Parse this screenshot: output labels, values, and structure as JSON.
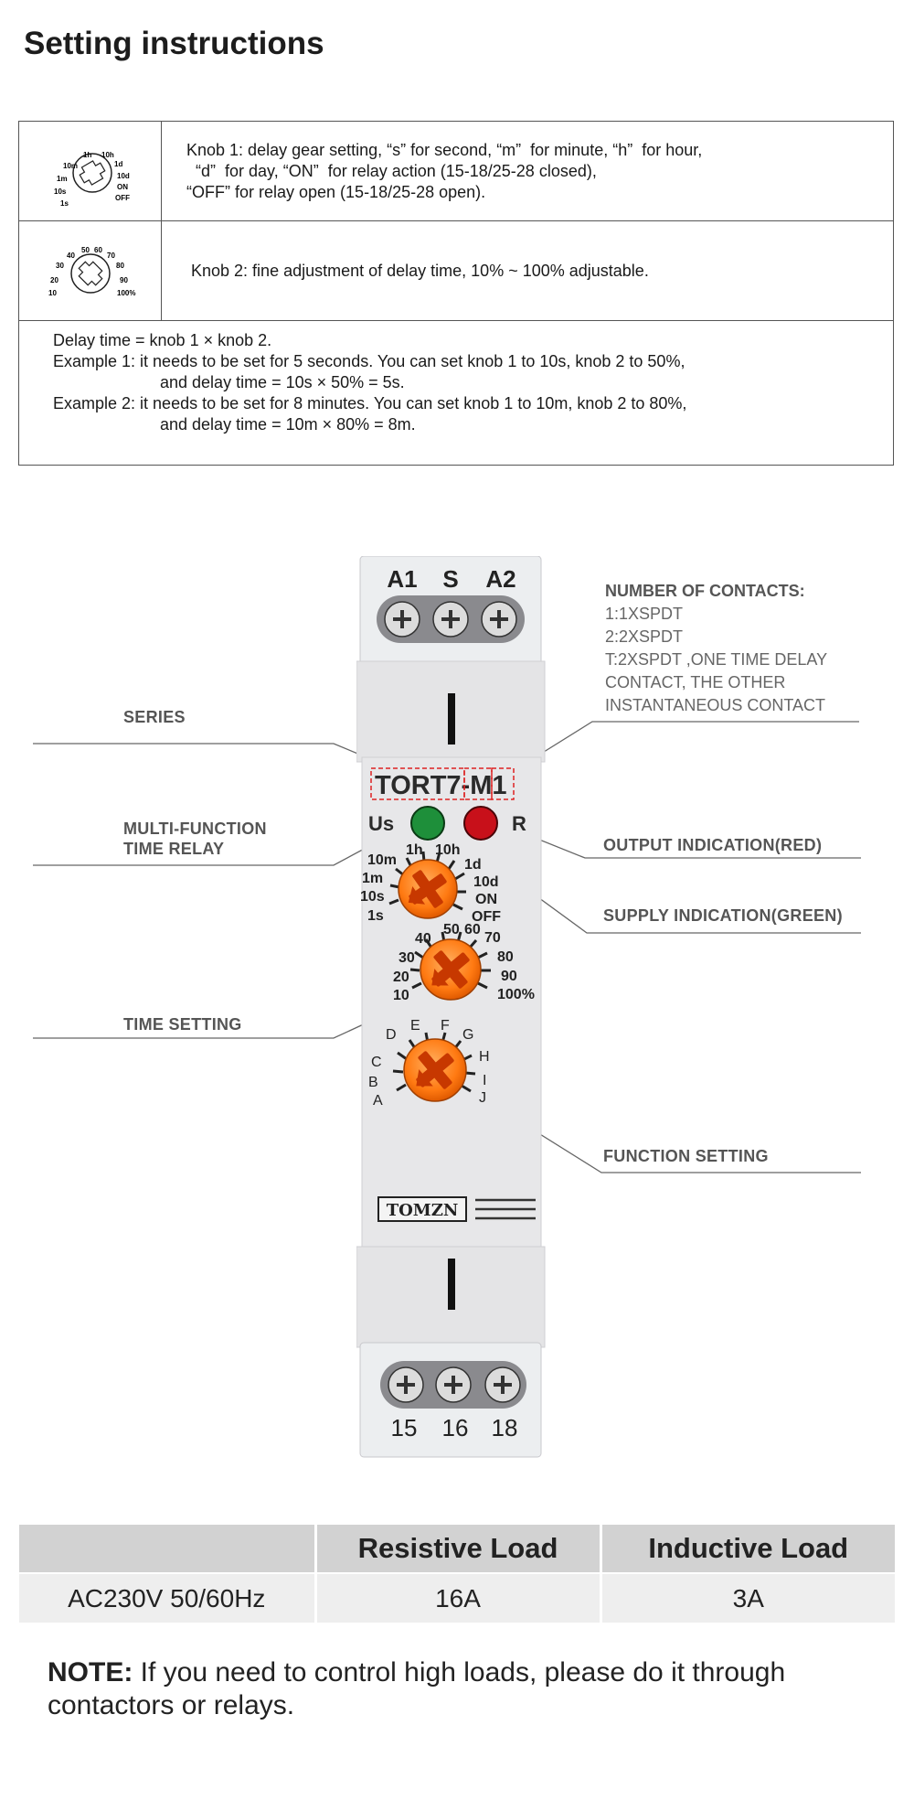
{
  "heading": "Setting instructions",
  "instructions": {
    "knob1": {
      "dial_labels": [
        "1s",
        "10s",
        "1m",
        "10m",
        "1h",
        "10h",
        "1d",
        "10d",
        "ON",
        "OFF"
      ],
      "lines": [
        "Knob 1: delay gear setting, “s” for second, “m”  for minute, “h”  for hour,",
        "  “d”  for day, “ON”  for relay action (15-18/25-28 closed),",
        "“OFF” for relay open (15-18/25-28 open)."
      ]
    },
    "knob2": {
      "dial_labels": [
        "10",
        "20",
        "30",
        "40",
        "50",
        "60",
        "70",
        "80",
        "90",
        "100%"
      ],
      "text": "Knob 2: fine adjustment of delay time, 10% ~ 100% adjustable."
    },
    "formula": "Delay time = knob 1 × knob 2.",
    "example1": {
      "line1": "Example 1: it needs to be set for 5 seconds. You can set knob 1 to 10s, knob 2 to 50%,",
      "line2": "and delay time = 10s × 50% = 5s."
    },
    "example2": {
      "line1": "Example 2: it needs to be set for 8 minutes. You can set knob 1 to 10m, knob 2 to 80%,",
      "line2": "and delay time = 10m × 80% = 8m."
    }
  },
  "device": {
    "top_terminals": [
      "A1",
      "S",
      "A2"
    ],
    "bottom_terminals": [
      "15",
      "16",
      "18"
    ],
    "model_series": "TORT7",
    "model_dash": "-",
    "model_type": "M",
    "model_contacts": "1",
    "led_us": "Us",
    "led_r": "R",
    "knob1_labels": [
      "1s",
      "10s",
      "1m",
      "10m",
      "1h",
      "10h",
      "1d",
      "10d",
      "ON",
      "OFF"
    ],
    "knob2_labels": [
      "10",
      "20",
      "30",
      "40",
      "50",
      "60",
      "70",
      "80",
      "90",
      "100%"
    ],
    "knob3_labels": [
      "A",
      "B",
      "C",
      "D",
      "E",
      "F",
      "G",
      "H",
      "I",
      "J"
    ],
    "brand": "TOMZN",
    "colors": {
      "body": "#e4e4e6",
      "knob": "#ff7a12",
      "led_green": "#1e8f3a",
      "led_red": "#c8101a"
    }
  },
  "callouts": {
    "contacts_title": "NUMBER OF CONTACTS:",
    "contacts_lines": [
      "1:1XSPDT",
      "2:2XSPDT",
      "T:2XSPDT ,ONE TIME DELAY",
      "CONTACT, THE OTHER",
      "INSTANTANEOUS CONTACT"
    ],
    "series": "SERIES",
    "multifunction_1": "MULTI-FUNCTION",
    "multifunction_2": "TIME RELAY",
    "output": "OUTPUT INDICATION(RED)",
    "supply": "SUPPLY INDICATION(GREEN)",
    "time_setting": "TIME SETTING",
    "function_setting": "FUNCTION SETTING"
  },
  "load_table": {
    "headers": [
      "",
      "Resistive Load",
      "Inductive Load"
    ],
    "rows": [
      [
        "AC230V 50/60Hz",
        "16A",
        "3A"
      ]
    ]
  },
  "note": {
    "label": "NOTE:",
    "text": " If you need to control high loads, please do it through contactors or relays."
  }
}
